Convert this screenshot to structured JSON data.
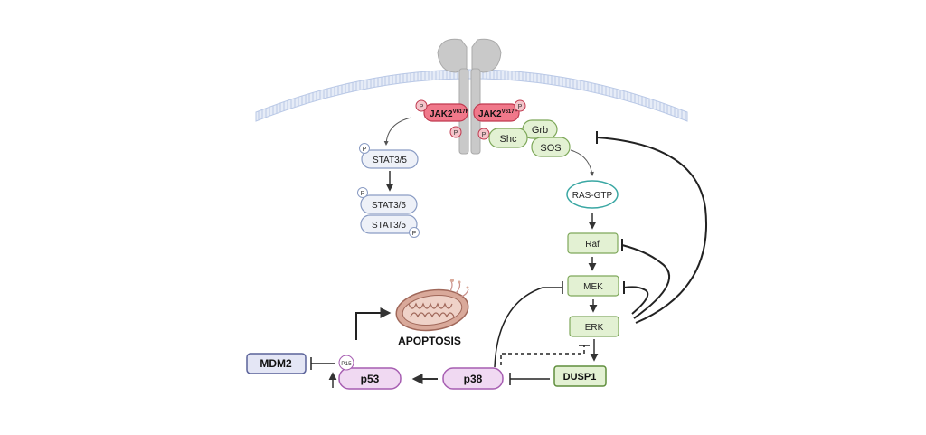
{
  "receptor": {
    "jak2_left": {
      "base": "JAK2",
      "sup": "V617F"
    },
    "jak2_right": {
      "base": "JAK2",
      "sup": "V617F"
    },
    "phospho": "P"
  },
  "adaptors": {
    "shc": "Shc",
    "grb": "Grb",
    "sos": "SOS"
  },
  "stat": {
    "s1": "STAT3/5",
    "s2": "STAT3/5",
    "s3": "STAT3/5"
  },
  "mapk": {
    "ras": "RAS-GTP",
    "raf": "Raf",
    "mek": "MEK",
    "erk": "ERK",
    "dusp1": "DUSP1",
    "p38": "p38"
  },
  "p53_axis": {
    "p53": "p53",
    "mdm2": "MDM2",
    "p15": "P15"
  },
  "outcome": {
    "apoptosis": "APOPTOSIS"
  },
  "colors": {
    "jak2_fill": "#f0788a",
    "jak2_stroke": "#c0394f",
    "green_fill": "#e3f1d3",
    "green_stroke": "#7ea85a",
    "stat_fill": "#eef1f8",
    "stat_stroke": "#8a9cc4",
    "ras_fill": "#ffffff",
    "ras_stroke": "#3aa7a3",
    "purple_fill": "#f0d9f2",
    "purple_stroke": "#a65db1",
    "mdm2_fill": "#e4e6f5",
    "mdm2_stroke": "#5a6299",
    "membrane": "#b9c8e6",
    "receptor": "#c9c9c9"
  }
}
